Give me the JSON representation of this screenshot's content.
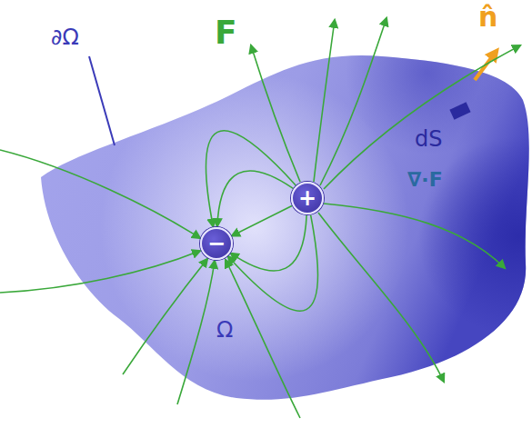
{
  "diagram": {
    "nodes": [
      {
        "text": [
          "+"
        ]
      },
      {
        "text": [
          "−"
        ]
      }
    ],
    "edges": [
      {
        "from": 0,
        "to": 1,
        "arrow": "to"
      },
      {
        "from": 0,
        "to": 1,
        "arrow": "to"
      },
      {
        "from": 0,
        "to": 1,
        "arrow": "to"
      },
      {
        "from": 0,
        "to": 1,
        "arrow": "to"
      },
      {
        "from": 0,
        "to": 1,
        "arrow": "to"
      }
    ],
    "labels": [
      "F",
      "n̂",
      "dS",
      "∇·F",
      "∂Ω",
      "Ω"
    ]
  }
}
